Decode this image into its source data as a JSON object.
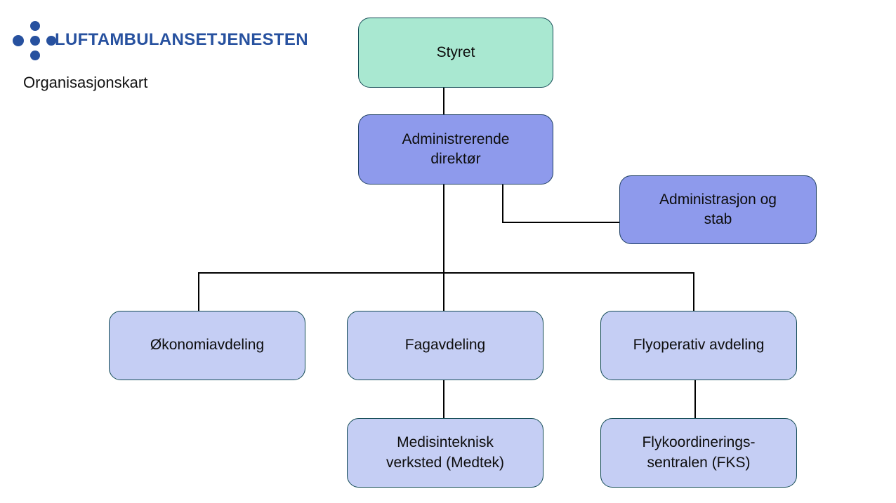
{
  "page": {
    "title": "Organisasjonskart",
    "background": "#ffffff"
  },
  "logo": {
    "brand_name": "LUFTAMBULANSETJENESTEN",
    "brand_color": "#27519F",
    "mark_description": "five-dot-cross-logo"
  },
  "org_chart": {
    "line_color": "#000000",
    "nodes": {
      "styret": {
        "label": "Styret",
        "fill": "#A9E8D1",
        "border": "#124A54"
      },
      "adm_direktor": {
        "label": "Administrerende\ndirektør",
        "fill": "#8E9AEC",
        "border": "#1E3F63"
      },
      "adm_stab": {
        "label": "Administrasjon og\nstab",
        "fill": "#8E9AEC",
        "border": "#1E3F63"
      },
      "okonomiavdeling": {
        "label": "Økonomiavdeling",
        "fill": "#C5CEF4",
        "border": "#134B55"
      },
      "fagavdeling": {
        "label": "Fagavdeling",
        "fill": "#C5CEF4",
        "border": "#134B55"
      },
      "flyoperativ_avdeling": {
        "label": "Flyoperativ avdeling",
        "fill": "#C5CEF4",
        "border": "#134B55"
      },
      "medisinteknisk_verksted": {
        "label": "Medisinteknisk\nverksted (Medtek)",
        "fill": "#C5CEF4",
        "border": "#134B55"
      },
      "flykoordineringssentralen": {
        "label": "Flykoordinerings-\nsentralen (FKS)",
        "fill": "#C5CEF4",
        "border": "#134B55"
      }
    },
    "edges": [
      {
        "from": "styret",
        "to": "adm_direktor"
      },
      {
        "from": "adm_direktor",
        "to": "adm_stab"
      },
      {
        "from": "adm_direktor",
        "to": "okonomiavdeling"
      },
      {
        "from": "adm_direktor",
        "to": "fagavdeling"
      },
      {
        "from": "adm_direktor",
        "to": "flyoperativ_avdeling"
      },
      {
        "from": "fagavdeling",
        "to": "medisinteknisk_verksted"
      },
      {
        "from": "flyoperativ_avdeling",
        "to": "flykoordineringssentralen"
      }
    ]
  }
}
